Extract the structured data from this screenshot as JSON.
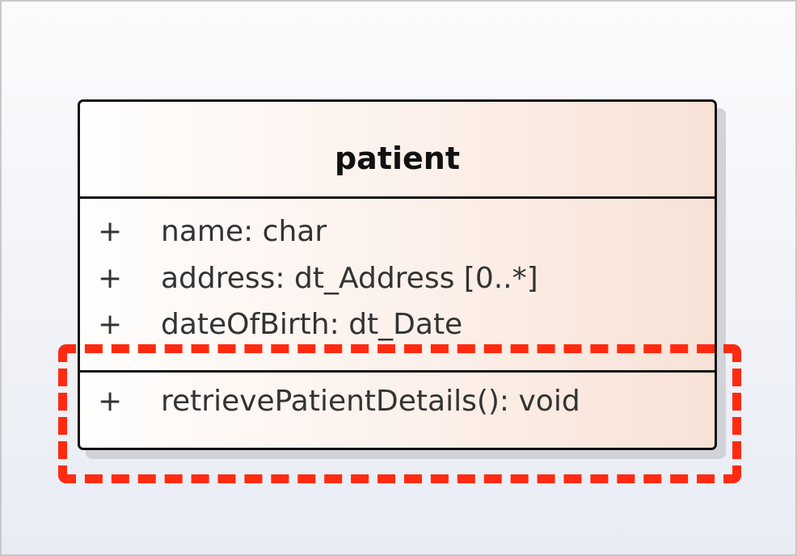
{
  "diagram": {
    "class_name": "patient",
    "attributes": [
      {
        "visibility": "+",
        "text": "name: char"
      },
      {
        "visibility": "+",
        "text": "address: dt_Address [0..*]"
      },
      {
        "visibility": "+",
        "text": "dateOfBirth: dt_Date"
      }
    ],
    "operations": [
      {
        "visibility": "+",
        "text": "retrievePatientDetails(): void"
      }
    ]
  },
  "colors": {
    "highlight": "#ff2a10",
    "class_fill_start": "#fffefd",
    "class_fill_end": "#f8e2d6",
    "border": "#111111"
  }
}
